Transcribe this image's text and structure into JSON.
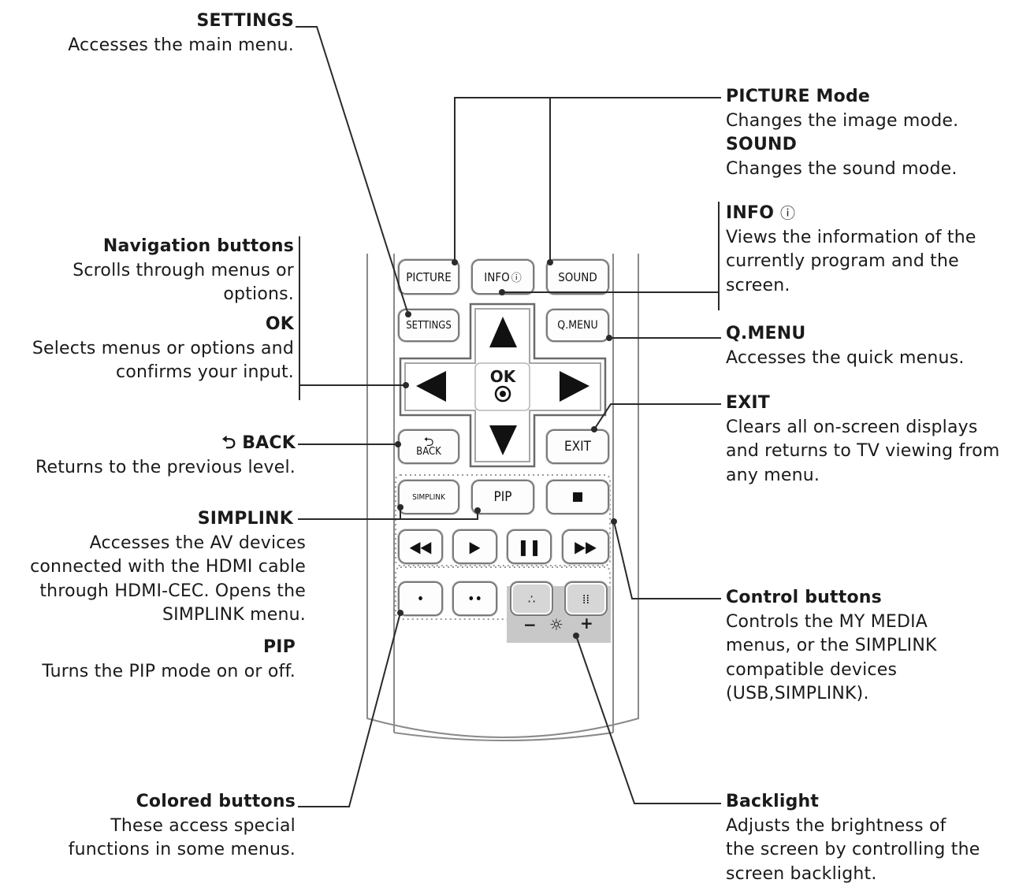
{
  "callouts": {
    "settings": {
      "title": "SETTINGS",
      "desc": "Accesses the main menu."
    },
    "picture_mode": {
      "title": "PICTURE Mode",
      "desc": "Changes the image mode."
    },
    "sound": {
      "title": "SOUND",
      "desc": "Changes the sound mode."
    },
    "info": {
      "title": "INFO",
      "desc": "Views the information of the\ncurrently program and the\nscreen."
    },
    "navigation": {
      "title": "Navigation buttons",
      "desc": "Scrolls through menus or\noptions."
    },
    "ok": {
      "title": "OK",
      "desc": "Selects menus or options and\nconfirms your input."
    },
    "qmenu": {
      "title": "Q.MENU",
      "desc": "Accesses the quick menus."
    },
    "back": {
      "title": "BACK",
      "desc": "Returns to the previous level."
    },
    "exit": {
      "title": "EXIT",
      "desc": "Clears all on-screen displays\nand returns to TV viewing from\nany menu."
    },
    "simplink": {
      "title": "SIMPLINK",
      "desc": "Accesses the AV devices\nconnected with the HDMI cable\nthrough HDMI-CEC. Opens the\nSIMPLINK menu."
    },
    "pip": {
      "title": "PIP",
      "desc": "Turns the PIP mode on or off."
    },
    "control": {
      "title": "Control buttons",
      "desc": "Controls the MY MEDIA\nmenus, or the SIMPLINK\ncompatible devices\n(USB,SIMPLINK)."
    },
    "colored": {
      "title": "Colored buttons",
      "desc": "These access special\nfunctions in some menus."
    },
    "backlight": {
      "title": "Backlight",
      "desc": "Adjusts the brightness of\nthe screen by controlling the\nscreen backlight."
    }
  },
  "remote": {
    "picture": "PICTURE",
    "info": "INFO",
    "sound": "SOUND",
    "settings": "SETTINGS",
    "qmenu": "Q.MENU",
    "ok": "OK",
    "back": "BACK",
    "exit": "EXIT",
    "simplink": "SIMPLINK",
    "pip": "PIP",
    "backlight_minus": "−",
    "backlight_plus": "+"
  },
  "icons": {
    "back": "back-arrow-icon",
    "info": "info-circle-icon",
    "up": "arrow-up-icon",
    "down": "arrow-down-icon",
    "left": "arrow-left-icon",
    "right": "arrow-right-icon",
    "stop": "stop-icon",
    "rewind": "rewind-icon",
    "play": "play-icon",
    "pause": "pause-icon",
    "fast_forward": "fast-forward-icon",
    "sun": "sun-icon"
  },
  "colors": {
    "line": "#2a2a2a",
    "backlight_panel": "#c8c8c8"
  }
}
